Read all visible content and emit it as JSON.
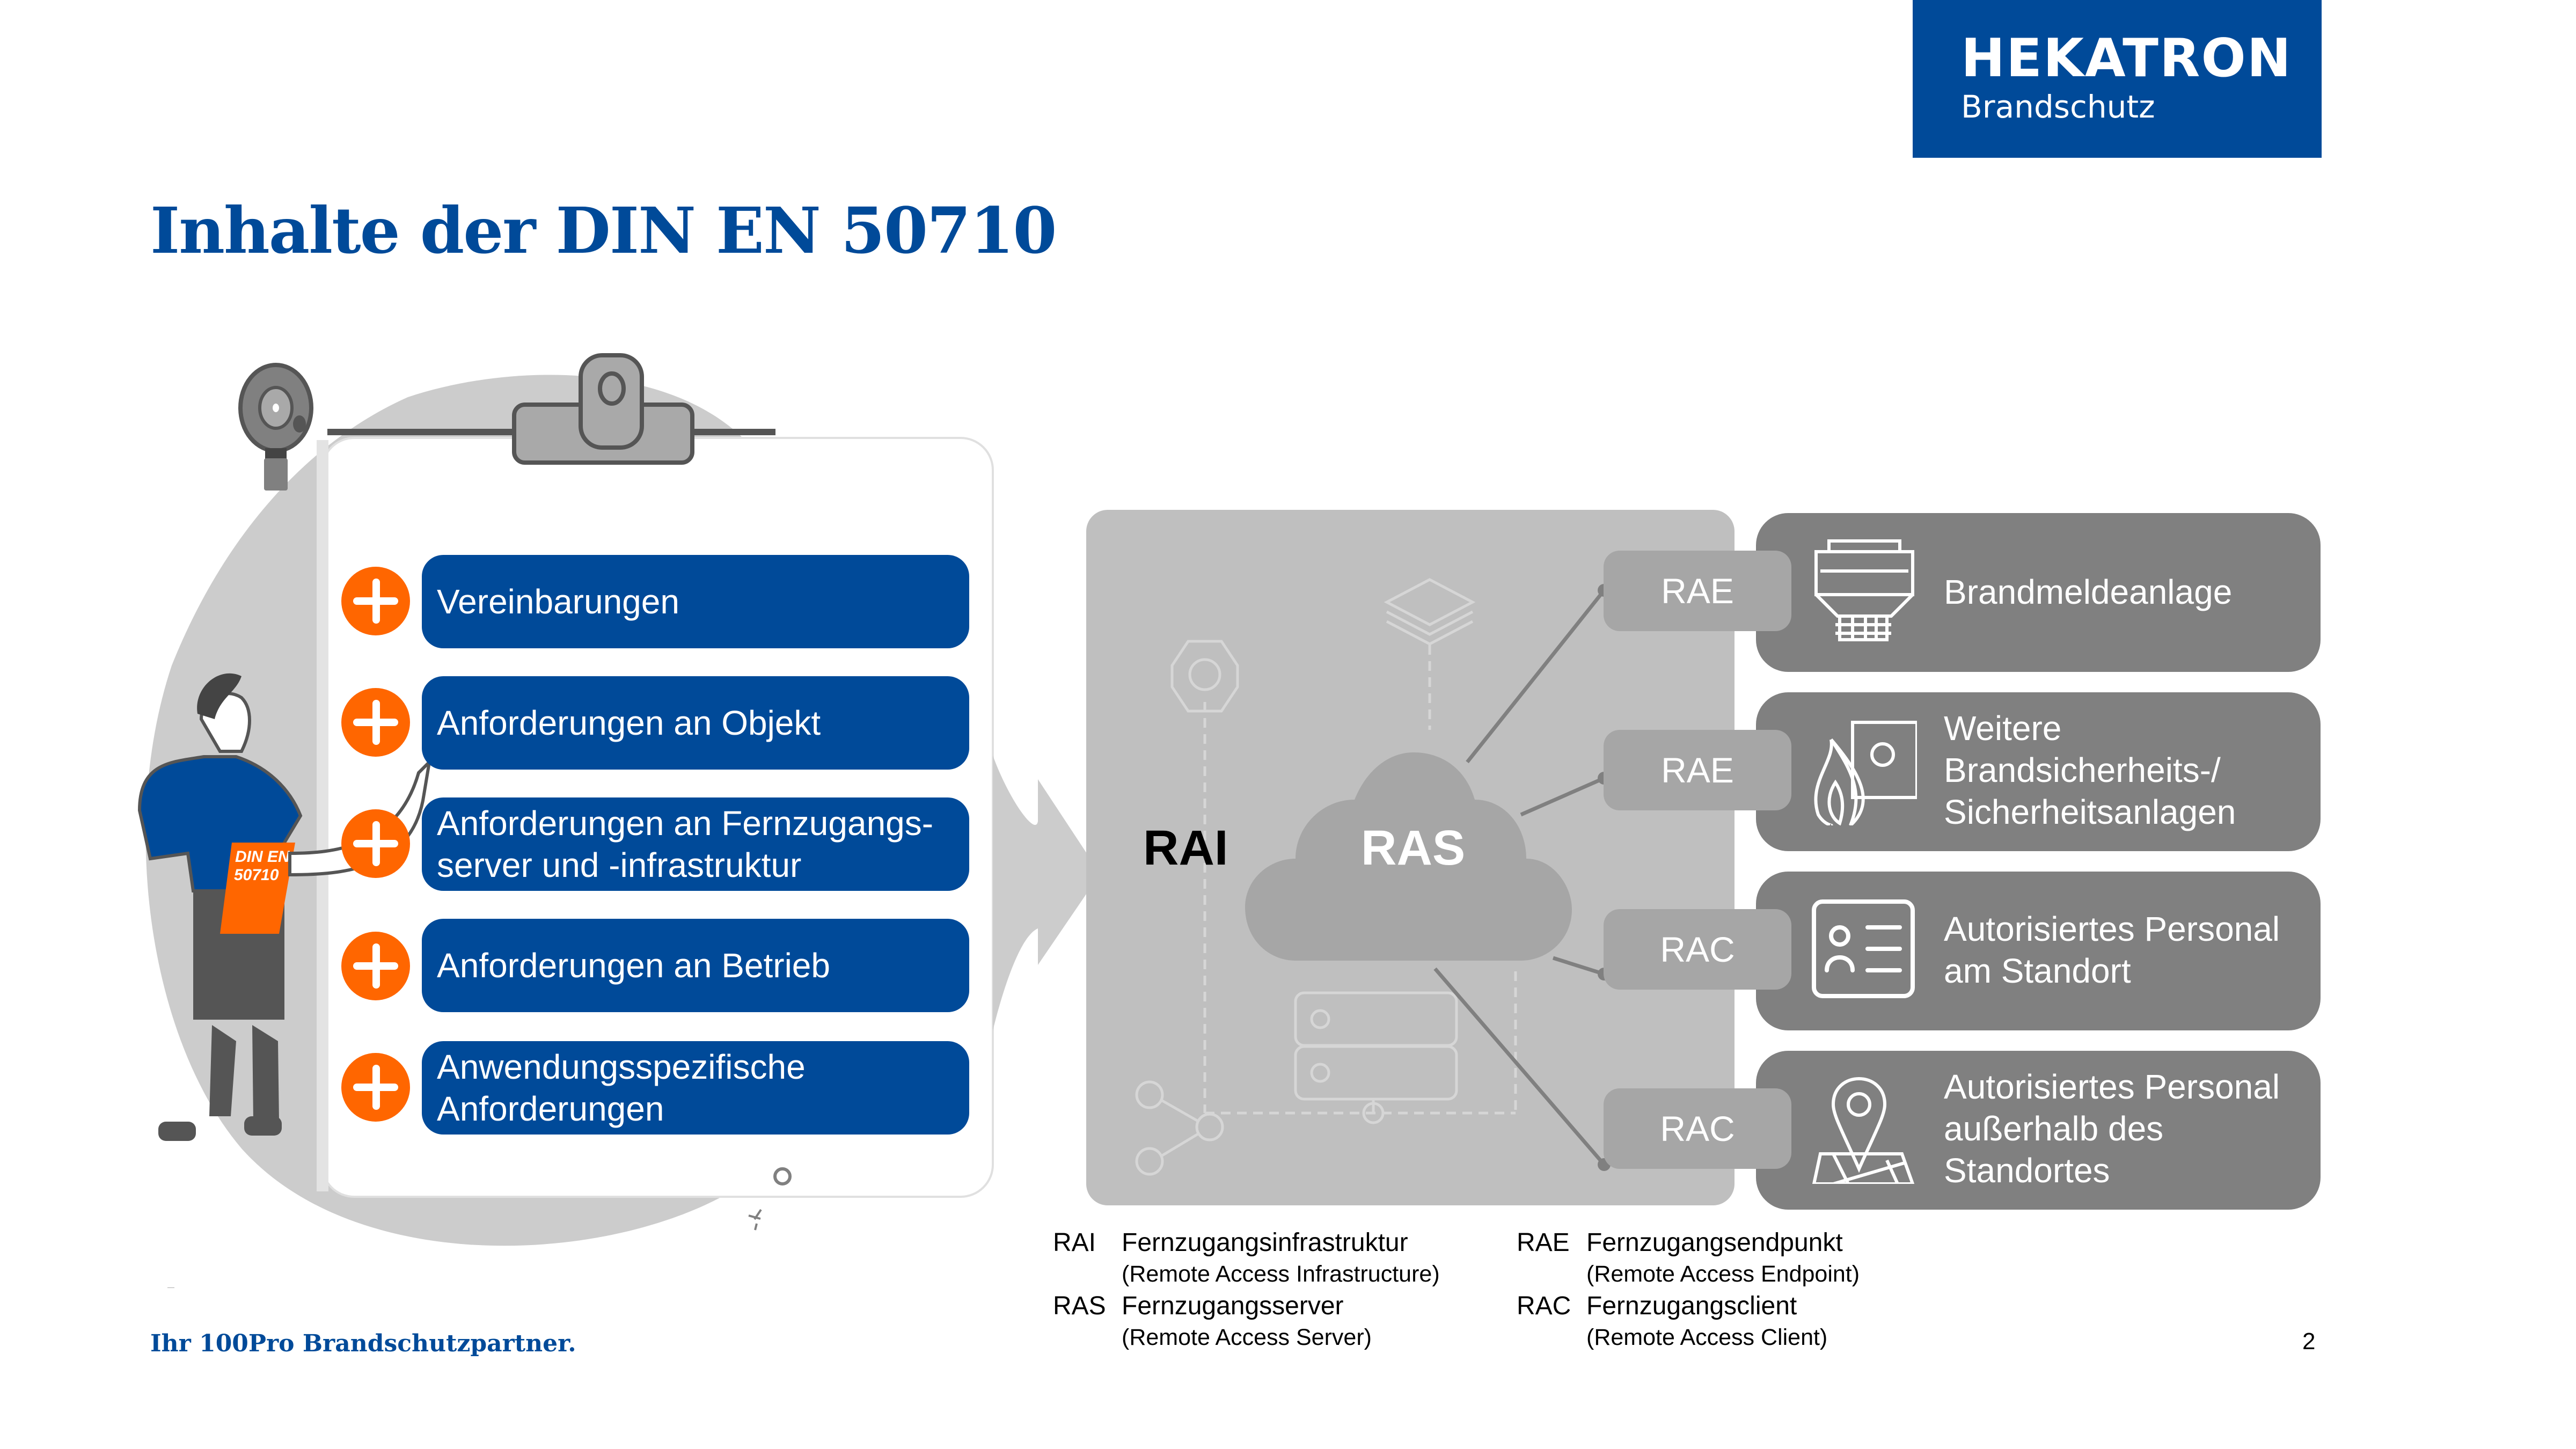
{
  "logo": {
    "wordmark": "HEKATRON",
    "subtitle": "Brandschutz",
    "color": "#004a99"
  },
  "title": "Inhalte der DIN EN 50710",
  "illustration": {
    "clipboard_badge": [
      "DIN EN",
      "50710"
    ]
  },
  "content_items": [
    {
      "label": "Vereinbarungen"
    },
    {
      "label": "Anforderungen an Objekt"
    },
    {
      "label": "Anforderungen an Fernzugangs-\nserver und -infrastruktur"
    },
    {
      "label": "Anforderungen an Betrieb"
    },
    {
      "label": "Anwendungsspezifische\nAnforderungen"
    }
  ],
  "diagram": {
    "infrastructure_label": "RAI",
    "server_label": "RAS",
    "tags": [
      "RAE",
      "RAE",
      "RAC",
      "RAC"
    ],
    "cards": [
      {
        "label": "Brandmeldeanlage",
        "icon": "smoke-detector-icon"
      },
      {
        "label": "Weitere\nBrandsicherheits-/\nSicherheitsanlagen",
        "icon": "fire-alarm-icon"
      },
      {
        "label": "Autorisiertes Personal\nam Standort",
        "icon": "id-card-icon"
      },
      {
        "label": "Autorisiertes Personal\naußerhalb des\nStandortes",
        "icon": "map-pin-icon"
      }
    ]
  },
  "legend": [
    {
      "abbr": "RAI",
      "term": "Fernzugangsinfrastruktur",
      "english": "(Remote Access Infrastructure)"
    },
    {
      "abbr": "RAS",
      "term": "Fernzugangsserver",
      "english": "(Remote Access Server)"
    },
    {
      "abbr": "RAE",
      "term": "Fernzugangsendpunkt",
      "english": "(Remote Access Endpoint)"
    },
    {
      "abbr": "RAC",
      "term": "Fernzugangsclient",
      "english": "(Remote Access Client)"
    }
  ],
  "footer": {
    "tagline": "Ihr 100Pro Brandschutzpartner.",
    "page_number": "2"
  },
  "colors": {
    "brand_blue": "#004a99",
    "accent_orange": "#ff6600",
    "card_gray": "#808080",
    "panel_gray": "#bfbfbf"
  }
}
